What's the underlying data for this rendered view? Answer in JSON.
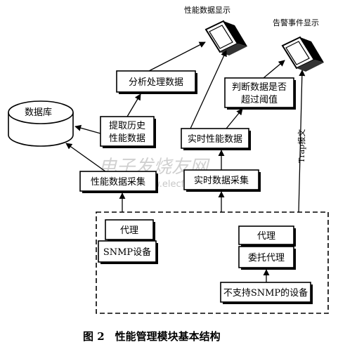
{
  "nodes": {
    "perf_display": "性能数据显示",
    "alarm_display": "告警事件显示",
    "analyze": "分析处理数据",
    "judge_line1": "判断数据是否",
    "judge_line2": "超过阈值",
    "database": "数据库",
    "extract_line1": "提取历史",
    "extract_line2": "性能数据",
    "realtime": "实时性能数据",
    "perf_collect": "性能数据采集",
    "realtime_collect": "实时数据采集",
    "agent1": "代理",
    "snmp_device": "SNMP设备",
    "agent2": "代理",
    "proxy_agent": "委托代理",
    "non_snmp_device": "不支持SNMP的设备"
  },
  "edges": {
    "trap": "Trap报文"
  },
  "caption": "图 2　性能管理模块基本结构",
  "watermark": {
    "cn": "电子发烧友网",
    "url": "www.elecfans.com"
  },
  "colors": {
    "stroke": "#000000",
    "background": "#ffffff"
  }
}
